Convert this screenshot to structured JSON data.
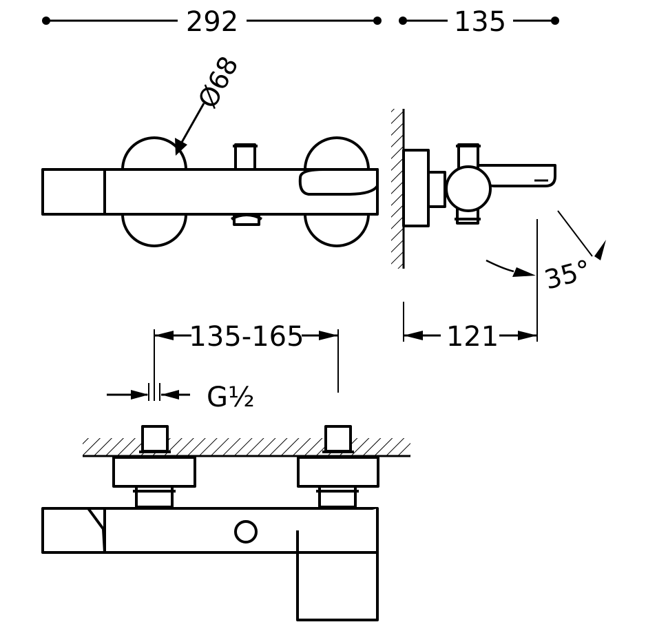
{
  "dimensions": {
    "overall_length": "292",
    "depth": "135",
    "handle_diameter": "Ø68",
    "connection_spacing": "135-165",
    "thread_size": "G½",
    "spout_projection": "121",
    "spout_angle": "35°"
  },
  "colors": {
    "ink": "#000000",
    "background": "#ffffff"
  }
}
